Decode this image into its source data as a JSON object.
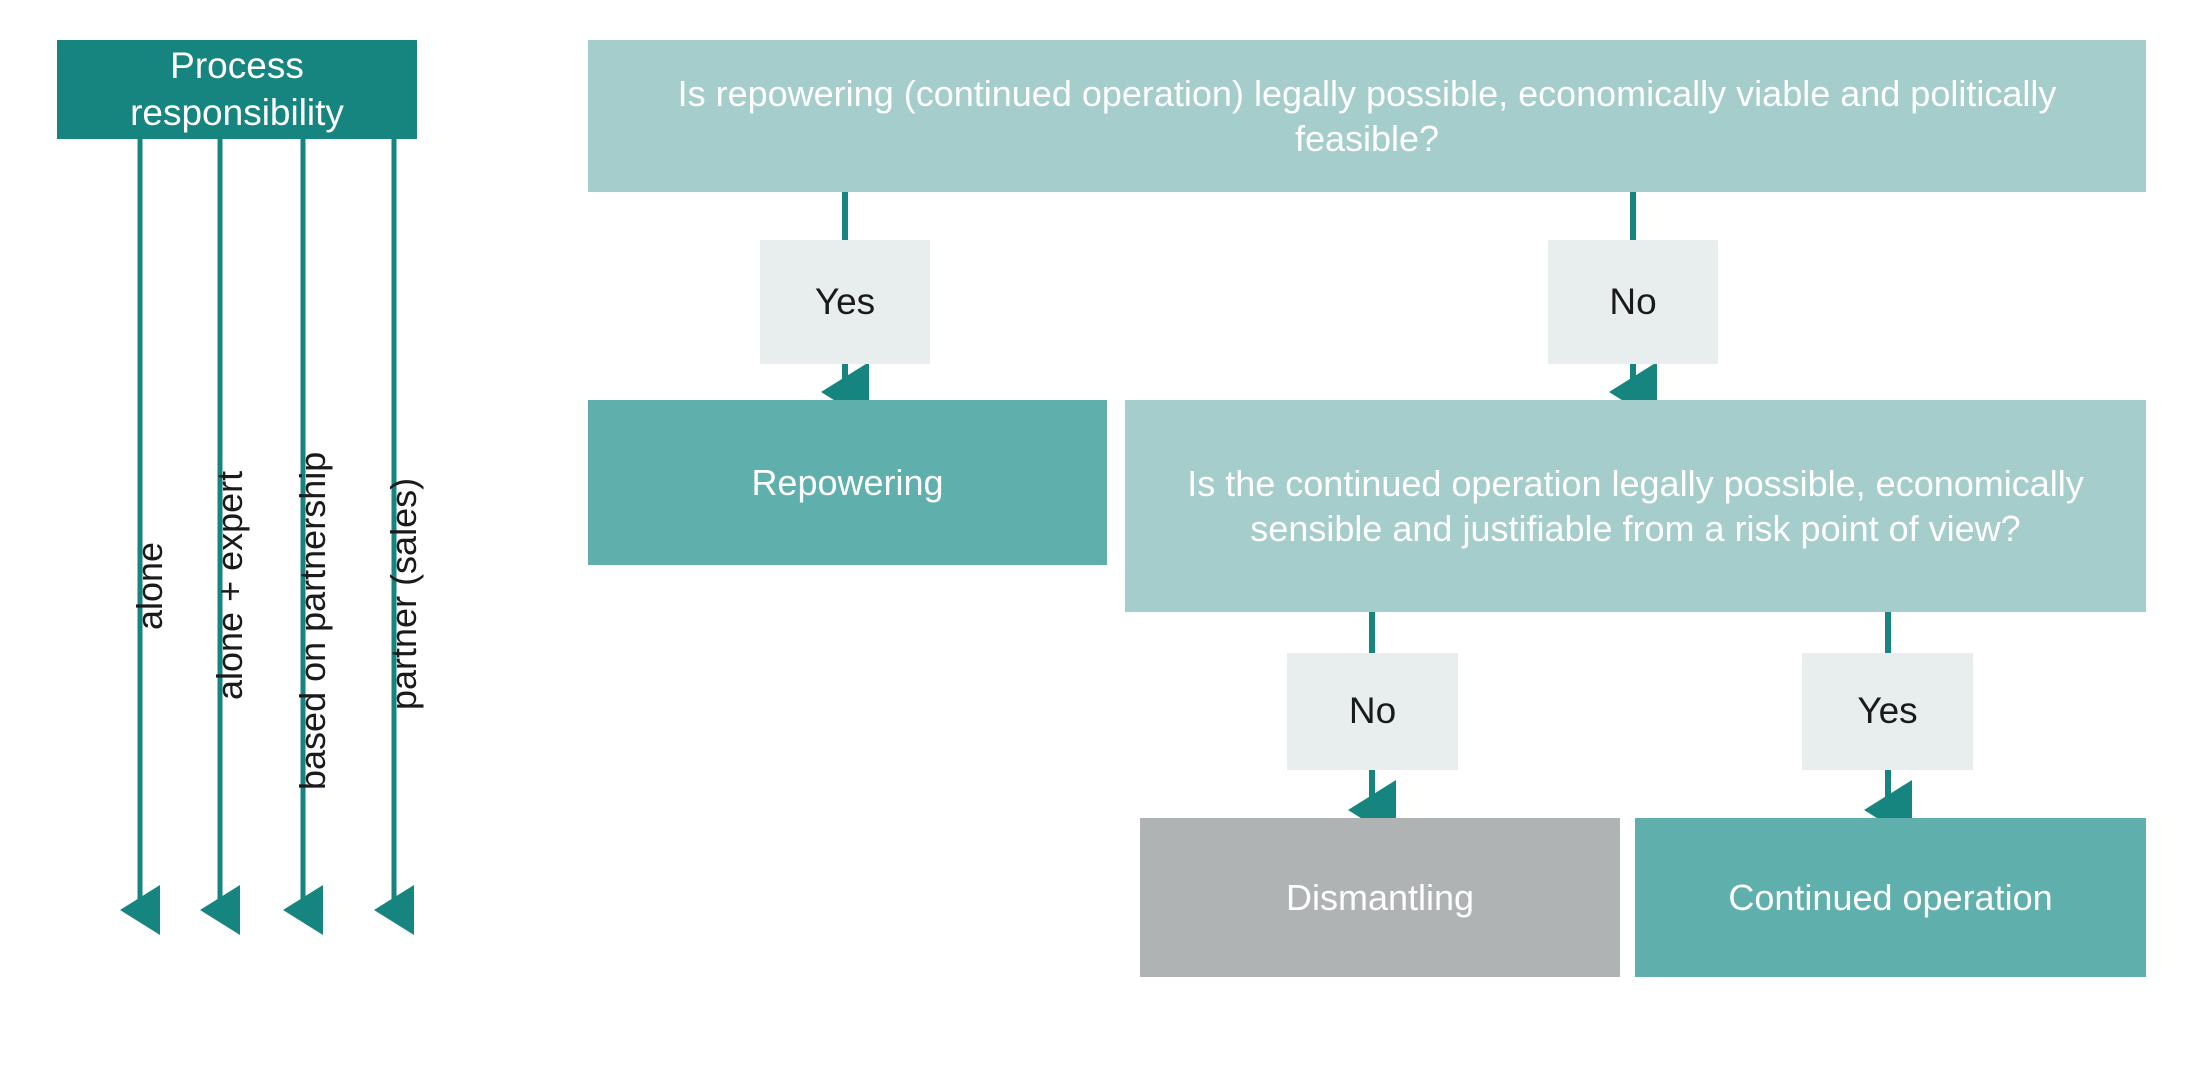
{
  "diagram": {
    "title_node": {
      "label": "Process responsibility"
    },
    "responsibility_tracks": [
      {
        "label": "alone"
      },
      {
        "label": "alone + expert"
      },
      {
        "label": "based on partnership"
      },
      {
        "label": "partner (sales)"
      }
    ],
    "decisions": [
      {
        "id": "q1",
        "label": "Is repowering (continued operation) legally possible, economically viable and politically feasible?"
      },
      {
        "id": "q2",
        "label": "Is the continued operation legally possible, economically sensible and justifiable from a risk point of view?"
      }
    ],
    "edge_labels": {
      "q1_yes": "Yes",
      "q1_no": "No",
      "q2_no": "No",
      "q2_yes": "Yes"
    },
    "outcomes": [
      {
        "id": "repowering",
        "label": "Repowering"
      },
      {
        "id": "dismantling",
        "label": "Dismantling"
      },
      {
        "id": "continued_operation",
        "label": "Continued operation"
      }
    ]
  },
  "colors": {
    "dark_teal": "#17857f",
    "mid_teal": "#5fb0ac",
    "light_teal": "#a5cdcb",
    "grey": "#b0b3b4",
    "label_grey": "#e8edee",
    "connector": "#17857f",
    "text_light": "#ffffff",
    "text_dark": "#1a1a1a",
    "background": "#ffffff"
  }
}
